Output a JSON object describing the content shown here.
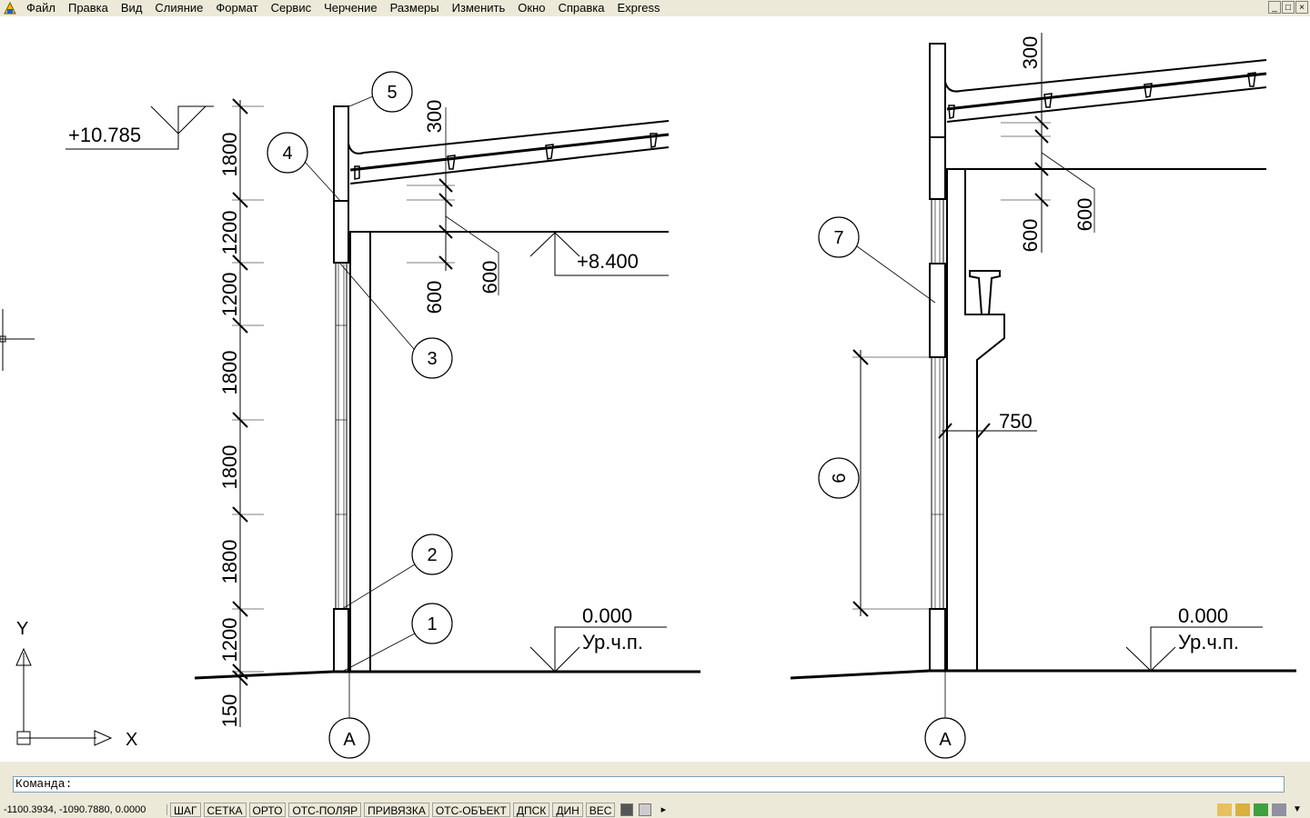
{
  "menu": [
    "Файл",
    "Правка",
    "Вид",
    "Слияние",
    "Формат",
    "Сервис",
    "Черчение",
    "Размеры",
    "Изменить",
    "Окно",
    "Справка",
    "Express"
  ],
  "window_controls": [
    "_",
    "□",
    "×"
  ],
  "drawing": {
    "left": {
      "elev_top": "+10.785",
      "elev_mid": "+8.400",
      "elev_ground": "0.000",
      "floor_label": "Ур.ч.п.",
      "dims_vertical": [
        "1800",
        "1200",
        "1200",
        "1800",
        "1800",
        "1800",
        "1200",
        "150"
      ],
      "dims_roof": [
        "300",
        "600",
        "600"
      ],
      "markers": [
        "5",
        "4",
        "3",
        "2",
        "1"
      ],
      "axis": "А"
    },
    "right": {
      "elev_ground": "0.000",
      "floor_label": "Ур.ч.п.",
      "dims_roof": [
        "300",
        "600",
        "600"
      ],
      "dim_horizontal": "750",
      "dim_window": "6",
      "marker": "7",
      "axis": "А"
    },
    "ucs": {
      "x": "X",
      "y": "Y"
    }
  },
  "command": {
    "prompt": "Команда:"
  },
  "status": {
    "coords": "-1100.3934, -1090.7880, 0.0000",
    "buttons": [
      "ШАГ",
      "СЕТКА",
      "ОРТО",
      "ОТС-ПОЛЯР",
      "ПРИВЯЗКА",
      "ОТС-ОБЪЕКТ",
      "ДПСК",
      "ДИН",
      "ВЕС"
    ]
  }
}
